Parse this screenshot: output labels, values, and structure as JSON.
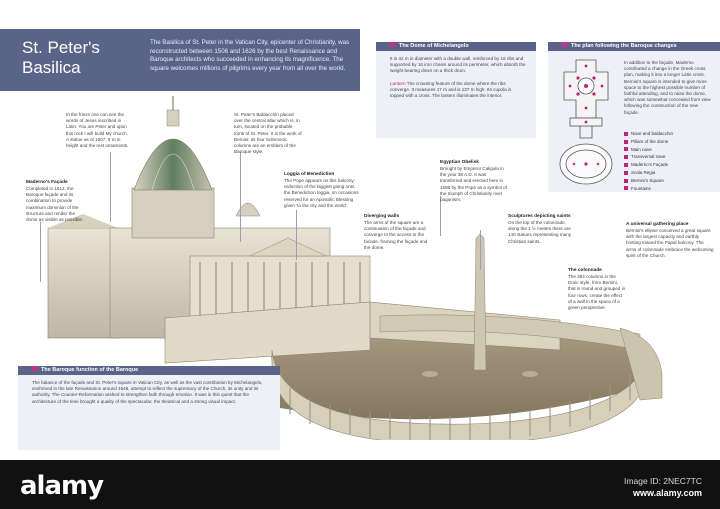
{
  "header": {
    "title_line1": "St. Peter's",
    "title_line2": "Basilica",
    "intro": "The Basilica of St. Peter in the Vatican City, epicenter of Christianity, was reconstructed between 1506 and 1626 by the best Renaissance and Baroque architects who succeeded in enhancing its magnificence. The square welcomes millions of pilgrims every year from all over the world."
  },
  "dome_box": {
    "title": "The Dome of Michelangelo",
    "text": "It is 42 m in diameter with a double wall, reinforced by 16 ribs and supported by 16 iron chains around its perimeter, which absorb the weight bearing down on a thick drum.",
    "caption_label": "Lantern",
    "caption": "The crowning feature of the dome where the ribs converge. It measures 17 m and is 137 m high. Its cupola is topped with a cross. The lantern illuminates the interior."
  },
  "plan_box": {
    "title": "The plan following the Baroque changes",
    "text": "In addition to the façade, Maderno contributed a change in the Greek cross plan, making it into a longer Latin cross. Bernini's square is intended to give more space to the highest possible number of faithful attending, and to raise the dome, which was somewhat concealed from view following the construction of the new façade.",
    "legend": [
      "Nave and baldacchin",
      "Pillars of the dome",
      "Main nave",
      "Transversal nave",
      "Maderno's Façade",
      "Scala Regia",
      "Bernini's Square",
      "Fountains"
    ]
  },
  "baroque_box": {
    "title": "The Baroque function of the Baroque",
    "text": "The balance of the façade and St. Peter's square in Vatican City, as well as the vast contribution by Michelangelo, enshrined in the late Renaissance around 1546, attempt to reflect the supremacy of the Church, its unity and its authority. The Counter-Reformation wished to strengthen faith through emotion. It was in this quest that the architecture of the time brought a quality of the spectacular, the theatrical and a strong visual impact."
  },
  "annotations": {
    "inscription": "In the frieze one can see the words of Jesus inscribed in Latin: You are Peter and upon this rock I will build My church. A statue as of 1607: 6 m in height and the rest ornaments.",
    "baldacchin": "St. Peter's Baldacchin placed over the central altar which is, in turn, located on the probable tomb of St. Peter. It is the work of Bernini: its four Solomonic columns are an emblem of the Baroque style.",
    "facade_title": "Maderno's Façade",
    "facade": "Completed in 1612, the Baroque façade and its combination to provide maximum dominion of the structure and render the dome as visible as possible.",
    "loggia_title": "Loggia of Benediction",
    "loggia": "The Pope appears on this balcony: reduction of the biggest going onto the Benediction loggia, on occasions reserved for an Apostolic Blessing given 'to the city and the world'.",
    "obelisk_title": "Egyptian Obelisk",
    "obelisk": "Brought by Emperor Caligula in the year 38 A.D. It was transferred and erected here in 1586 by the Pope as a symbol of the triumph of Christianity over paganism.",
    "arms_title": "Diverging walls",
    "arms": "The arms of the square are a continuation of the façade and converge to the access to the facade, framing the façade and the dome.",
    "sculptures_title": "Sculptures depicting saints",
    "sculptures": "On the top of the colonnade, along the 1 ½ meters there are 140 statues representing many Christian saints.",
    "colonnade_title": "The colonnade",
    "colonnade": "The 284 columns in the Doric style, from Bernini, that is round and grouped in four rows, create the effect of a wall in the space of a green perspective.",
    "gathering_title": "A universal gathering place",
    "gathering": "Bernini's ellipse conceived a great square with the largest capacity and earthly hosting toward the Papal balcony. The arms of colonnade embrace the welcoming spirit of the Church."
  },
  "footer": {
    "logo": "alamy",
    "image_id": "Image ID: 2NEC7TC",
    "site": "www.alamy.com"
  },
  "colors": {
    "band": "#5a6488",
    "accent": "#d12b8c",
    "footer": "#111111"
  }
}
